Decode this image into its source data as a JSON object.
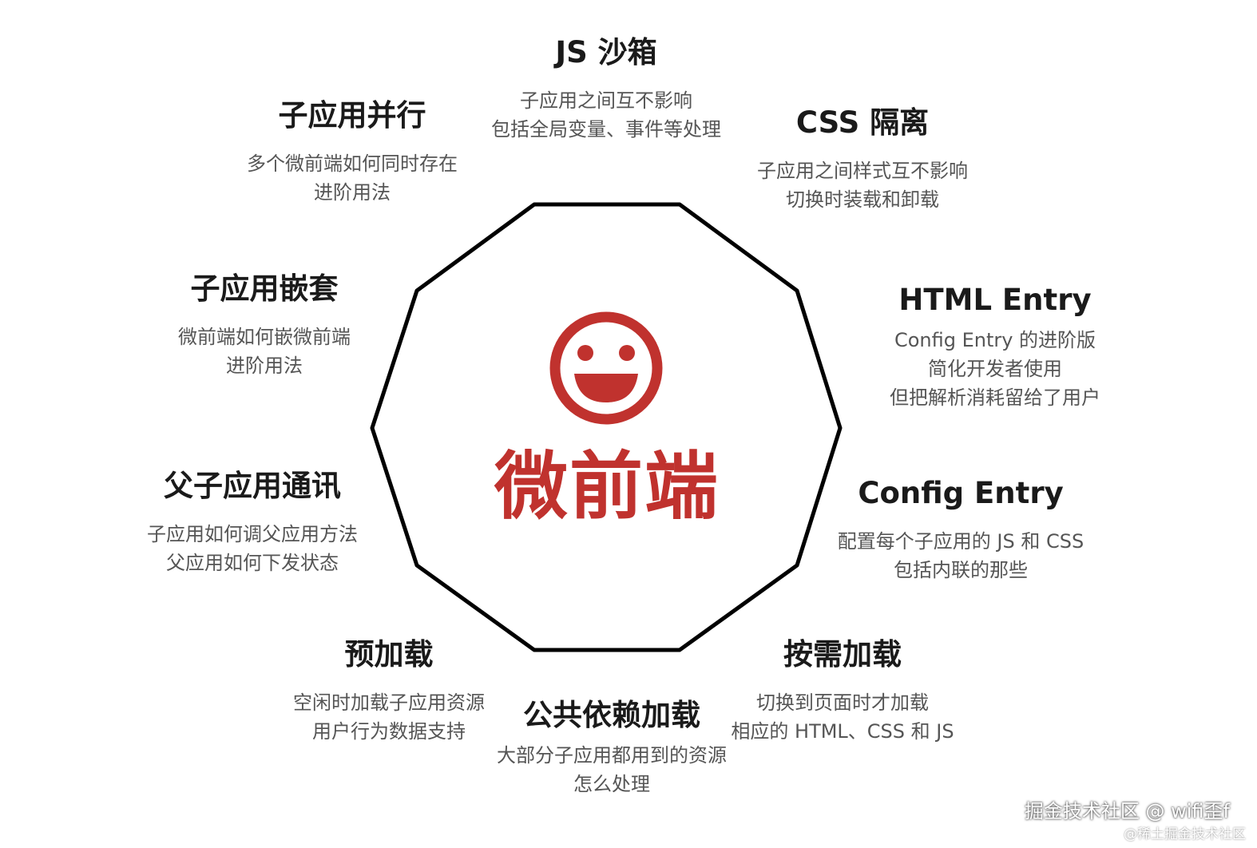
{
  "center": {
    "title": "微前端",
    "icon": "smiley-face-icon",
    "color": "#c0322e"
  },
  "features": {
    "js_sandbox": {
      "title": "JS 沙箱",
      "desc": [
        "子应用之间互不影响",
        "包括全局变量、事件等处理"
      ]
    },
    "css_isolation": {
      "title": "CSS 隔离",
      "desc": [
        "子应用之间样式互不影响",
        "切换时装载和卸载"
      ]
    },
    "html_entry": {
      "title": "HTML Entry",
      "desc": [
        "Config Entry 的进阶版",
        "简化开发者使用",
        "但把解析消耗留给了用户"
      ]
    },
    "config_entry": {
      "title": "Config Entry",
      "desc": [
        "配置每个子应用的 JS 和 CSS",
        "包括内联的那些"
      ]
    },
    "on_demand": {
      "title": "按需加载",
      "desc": [
        "切换到页面时才加载",
        "相应的 HTML、CSS 和 JS"
      ]
    },
    "shared_deps": {
      "title": "公共依赖加载",
      "desc": [
        "大部分子应用都用到的资源",
        "怎么处理"
      ]
    },
    "preload": {
      "title": "预加载",
      "desc": [
        "空闲时加载子应用资源",
        "用户行为数据支持"
      ]
    },
    "communication": {
      "title": "父子应用通讯",
      "desc": [
        "子应用如何调父应用方法",
        "父应用如何下发状态"
      ]
    },
    "nesting": {
      "title": "子应用嵌套",
      "desc": [
        "微前端如何嵌微前端",
        "进阶用法"
      ]
    },
    "parallel": {
      "title": "子应用并行",
      "desc": [
        "多个微前端如何同时存在",
        "进阶用法"
      ]
    }
  },
  "watermark": {
    "main": "掘金技术社区 @ wifi歪f",
    "sub": "@稀土掘金技术社区"
  }
}
